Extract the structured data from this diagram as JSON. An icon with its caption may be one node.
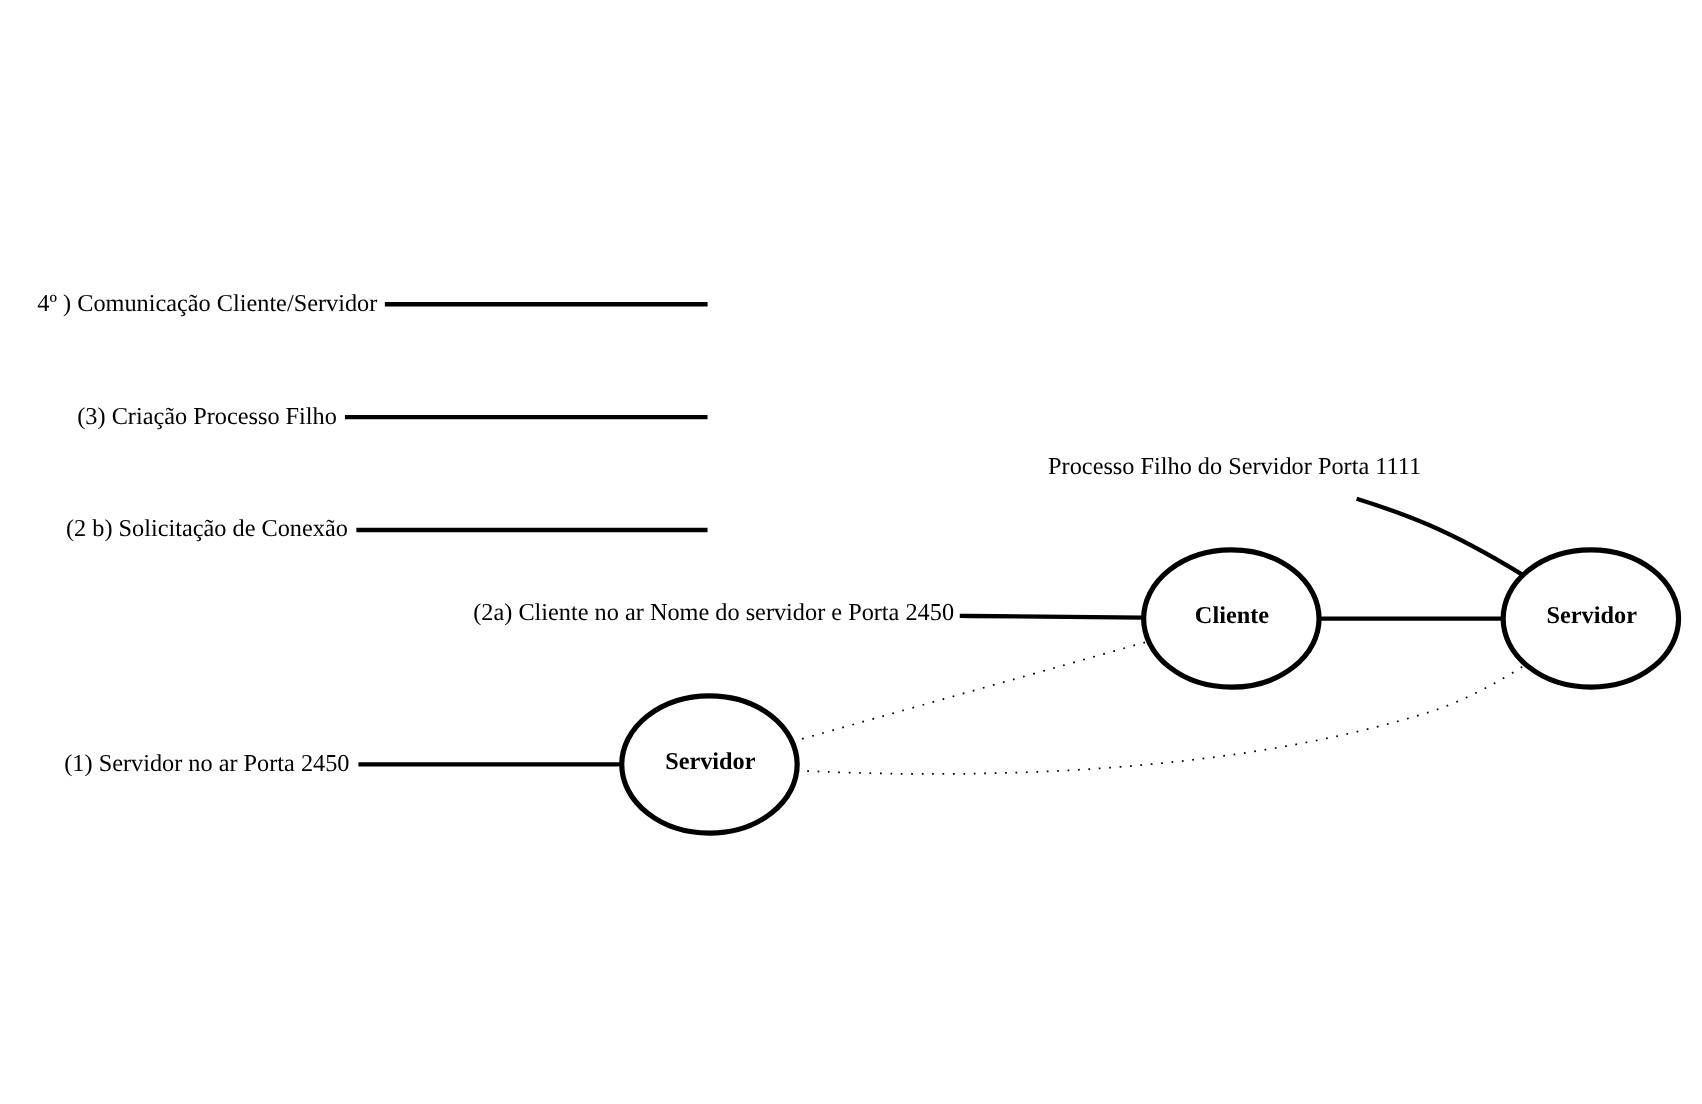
{
  "diagram": {
    "nodes": [
      {
        "text": [
          "Servidor"
        ]
      },
      {
        "text": [
          "Cliente"
        ]
      },
      {
        "text": [
          "Servidor"
        ]
      },
      {
        "text": [
          "(1) Servidor no ar Porta 2450"
        ]
      },
      {
        "text": [
          "(2 b) Solicitação de Conexão"
        ]
      },
      {
        "text": [
          "(2a) Cliente no ar Nome do servidor e Porta 2450"
        ]
      },
      {
        "text": [
          "(3) Criação Processo Filho"
        ]
      },
      {
        "text": [
          "4º ) Comunicação Cliente/Servidor"
        ]
      },
      {
        "text": [
          "Processo Filho do Servidor Porta 1111"
        ]
      }
    ],
    "edges": [
      {
        "from": 0,
        "to": 1,
        "arrow": "none",
        "style": "dashed"
      },
      {
        "from": 0,
        "to": 2,
        "arrow": "none",
        "style": "dashed"
      },
      {
        "from": 1,
        "to": 2,
        "arrow": "none"
      },
      {
        "from": 3,
        "to": 0,
        "arrow": "none"
      },
      {
        "from": 4,
        "to": null,
        "arrow": "none"
      },
      {
        "from": 5,
        "to": 1,
        "arrow": "none"
      },
      {
        "from": 6,
        "to": null,
        "arrow": "none"
      },
      {
        "from": 7,
        "to": null,
        "arrow": "none"
      },
      {
        "from": 8,
        "to": 2,
        "arrow": "none"
      }
    ]
  }
}
